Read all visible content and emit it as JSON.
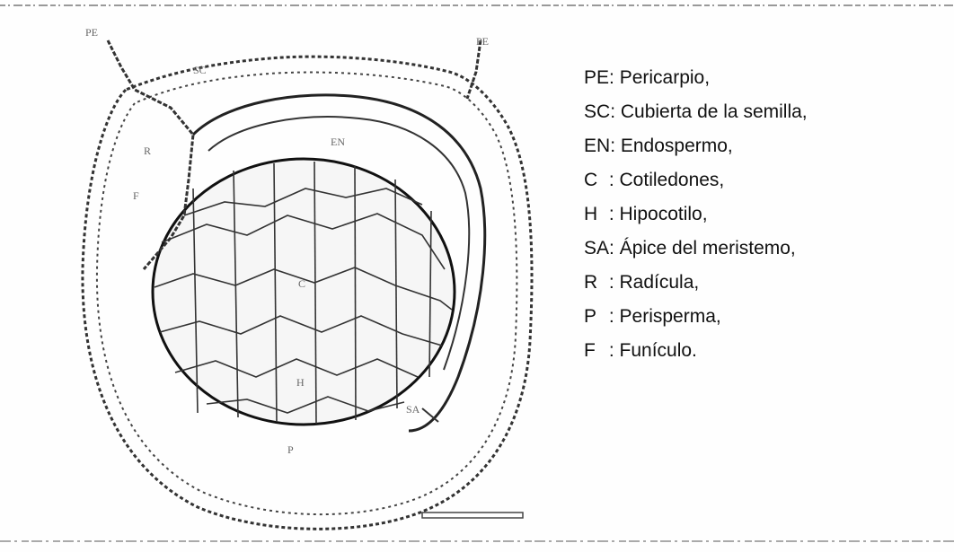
{
  "figure": {
    "legend": [
      {
        "abbr": "PE",
        "sep": ": ",
        "text": "Pericarpio,"
      },
      {
        "abbr": "SC",
        "sep": ": ",
        "text": "Cubierta de la semilla,"
      },
      {
        "abbr": "EN",
        "sep": ": ",
        "text": "Endospermo,"
      },
      {
        "abbr": "C",
        "sep": " : ",
        "text": "Cotiledones,"
      },
      {
        "abbr": "H",
        "sep": " : ",
        "text": "Hipocotilo,"
      },
      {
        "abbr": "SA",
        "sep": ": ",
        "text": "Ápice del meristemo,"
      },
      {
        "abbr": "R",
        "sep": " : ",
        "text": "Radícula,"
      },
      {
        "abbr": "P",
        "sep": " : ",
        "text": "Perisperma,"
      },
      {
        "abbr": "F",
        "sep": " : ",
        "text": "Funículo."
      }
    ],
    "drawing_labels": {
      "pe": "PE",
      "sc": "SC",
      "en": "EN",
      "c": "C",
      "h": "H",
      "sa": "SA",
      "r": "R",
      "p": "P",
      "f": "F"
    },
    "colors": {
      "ink": "#222222",
      "background": "#fefefe"
    }
  }
}
